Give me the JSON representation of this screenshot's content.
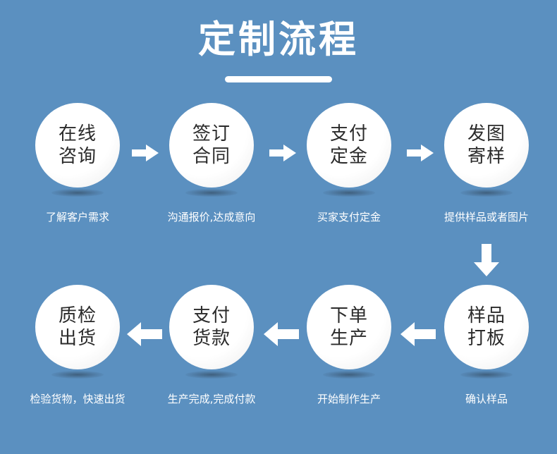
{
  "page": {
    "background_color": "#5b90c0",
    "title": "定制流程",
    "title_color": "#ffffff",
    "bubble_text_color": "#2b2b2b",
    "caption_color": "#ffffff",
    "arrow_color": "#ffffff"
  },
  "flow": {
    "top_row": [
      {
        "line1": "在线",
        "line2": "咨询",
        "caption": "了解客户需求"
      },
      {
        "line1": "签订",
        "line2": "合同",
        "caption": "沟通报价,达成意向"
      },
      {
        "line1": "支付",
        "line2": "定金",
        "caption": "买家支付定金"
      },
      {
        "line1": "发图",
        "line2": "寄样",
        "caption": "提供样品或者图片"
      }
    ],
    "bottom_row": [
      {
        "line1": "质检",
        "line2": "出货",
        "caption": "检验货物，快速出货"
      },
      {
        "line1": "支付",
        "line2": "货款",
        "caption": "生产完成,完成付款"
      },
      {
        "line1": "下单",
        "line2": "生产",
        "caption": "开始制作生产"
      },
      {
        "line1": "样品",
        "line2": "打板",
        "caption": "确认样品"
      }
    ],
    "connectors": {
      "top_arrows": [
        "arrow-right-icon",
        "arrow-right-icon",
        "arrow-right-icon"
      ],
      "down_arrow": "arrow-down-icon",
      "bottom_arrows": [
        "arrow-left-icon",
        "arrow-left-icon",
        "arrow-left-icon"
      ]
    }
  }
}
